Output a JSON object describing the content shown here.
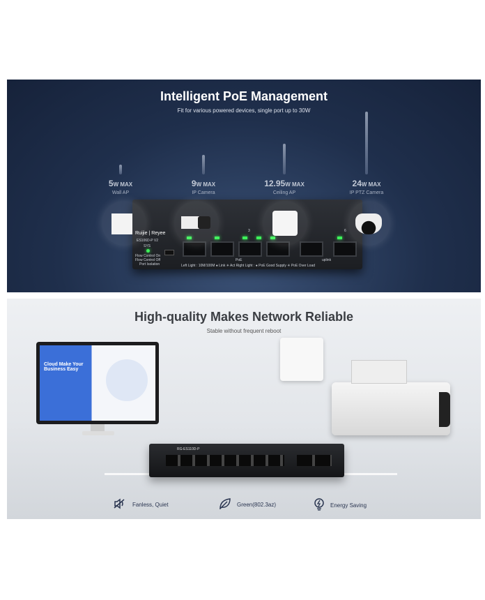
{
  "poe_panel": {
    "title": "Intelligent PoE Management",
    "subtitle": "Fit for various powered devices, single port up to 30W",
    "devices": [
      {
        "power": "5",
        "unit": "W MAX",
        "name": "Wall AP"
      },
      {
        "power": "9",
        "unit": "W MAX",
        "name": "IP Camera"
      },
      {
        "power": "12.95",
        "unit": "W MAX",
        "name": "Ceiling AP"
      },
      {
        "power": "24",
        "unit": "W MAX",
        "name": "IP  PTZ Camera"
      }
    ],
    "switch": {
      "brand": "Ruijie | Reyee",
      "model": "ES106D-P V2",
      "sys": "SYS",
      "dip": [
        "Flow Control On",
        "Flow Control Off",
        "Port Isolation"
      ],
      "port3": "3",
      "port6": "6",
      "poe": "PoE",
      "uplink": "uplink",
      "legend": "Left Light : 10M/100M ● Link ✳ Act     Right Light : ● PoE Good Supply ✳ PoE Over Load"
    }
  },
  "reliable_panel": {
    "title": "High-quality Makes Network Reliable",
    "subtitle": "Stable without frequent reboot",
    "monitor_text": "Cloud Make Your Business Easy",
    "switch_model": "RG-ES110D-P",
    "features": [
      {
        "icon": "fanless-icon",
        "label": "Fanless, Quiet"
      },
      {
        "icon": "leaf-icon",
        "label": "Green(802.3az)"
      },
      {
        "icon": "energy-saving-icon",
        "label": "Energy Saving"
      }
    ]
  }
}
